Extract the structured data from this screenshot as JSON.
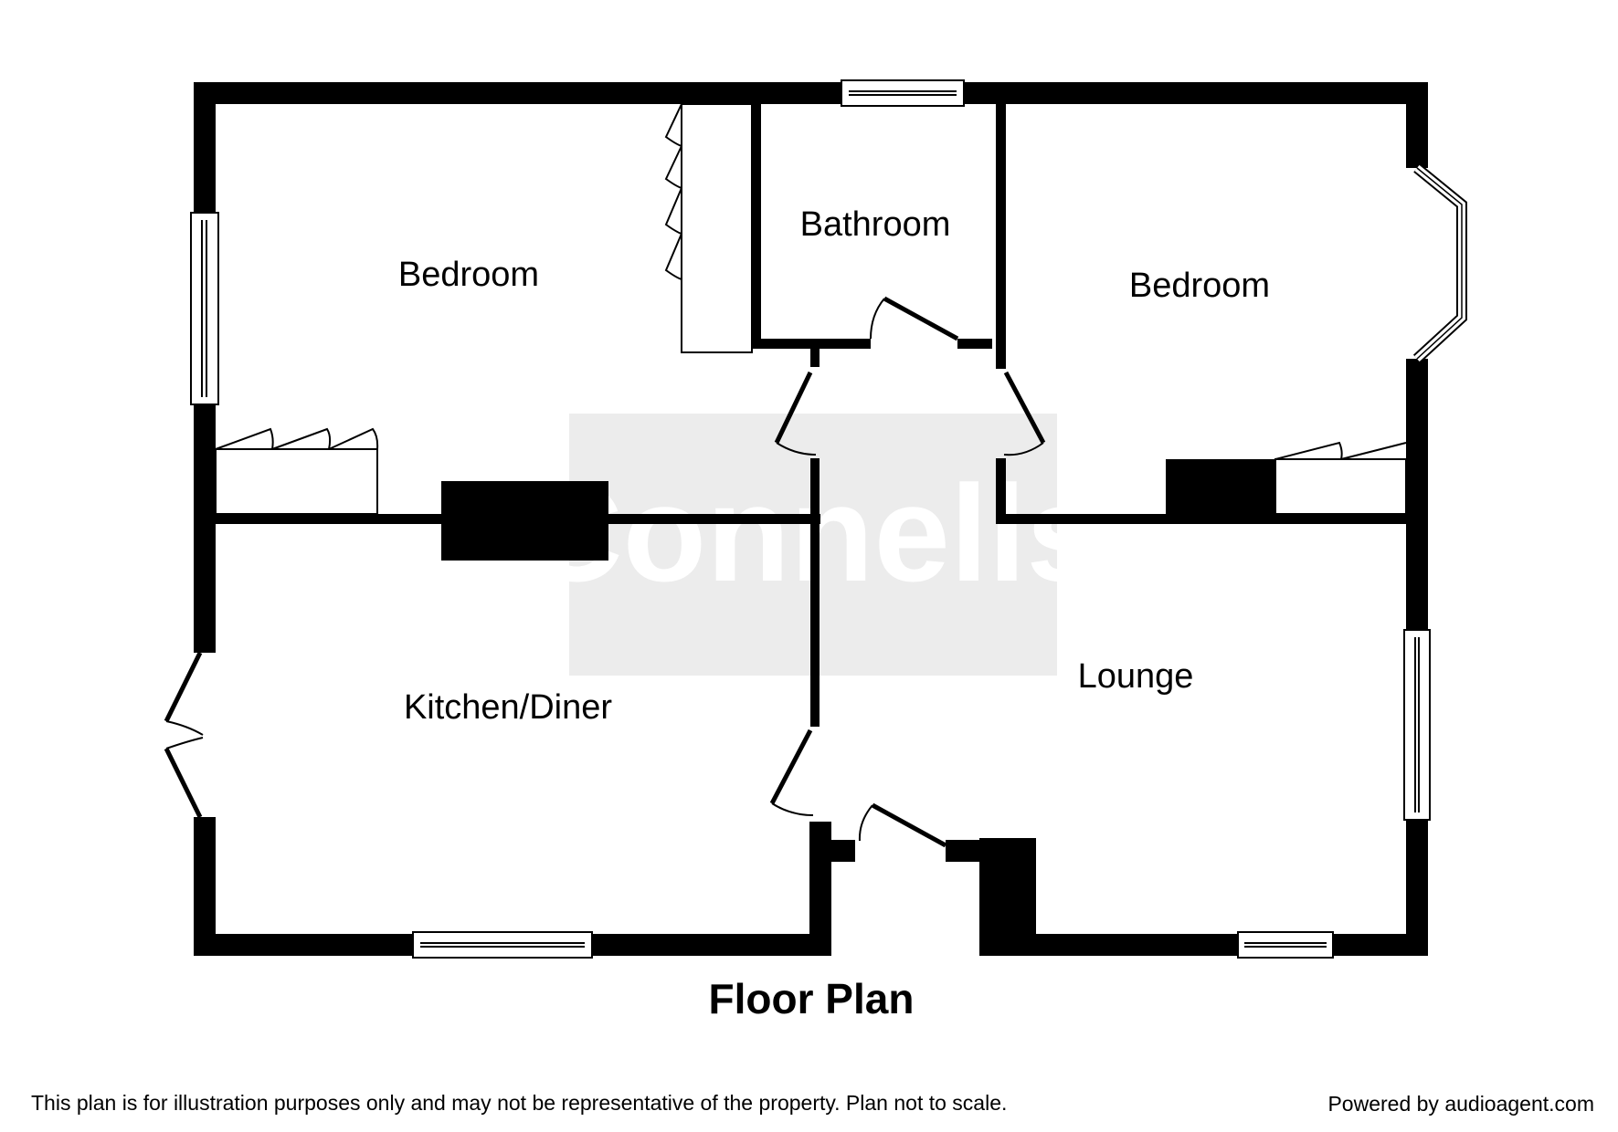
{
  "plan": {
    "title": "Floor Plan",
    "watermark": "Connells",
    "rooms": {
      "bedroom_1": "Bedroom",
      "bathroom": "Bathroom",
      "bedroom_2": "Bedroom",
      "kitchen_diner": "Kitchen/Diner",
      "lounge": "Lounge"
    }
  },
  "footer": {
    "disclaimer": "This plan is for illustration purposes only and may not be representative of the property. Plan not to scale.",
    "credit": "Powered by audioagent.com"
  },
  "colors": {
    "wall": "#000000",
    "watermark_bg": "#ececec",
    "background": "#ffffff"
  }
}
